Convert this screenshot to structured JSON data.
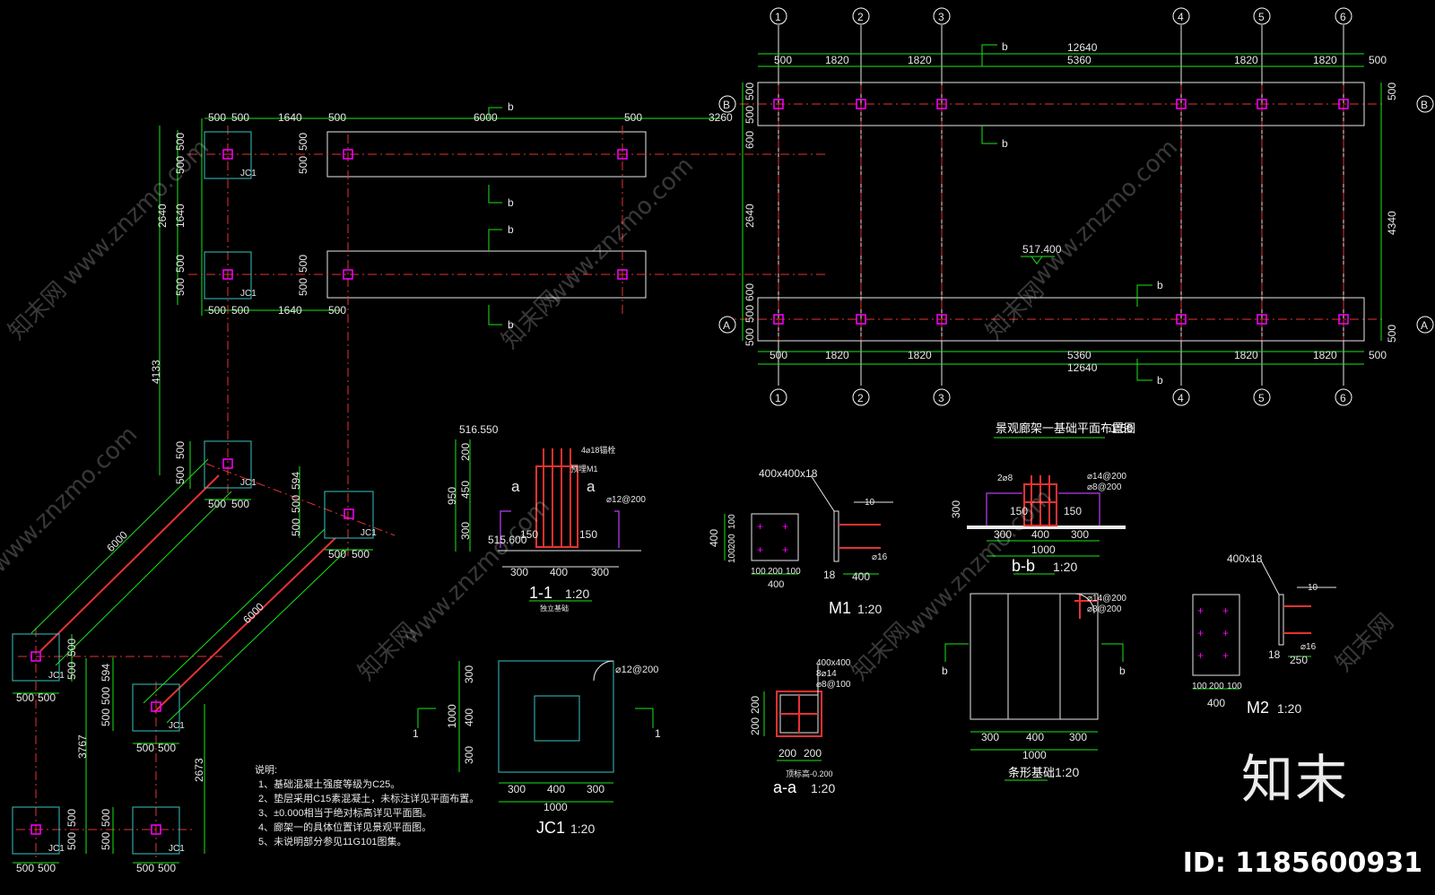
{
  "drawing": {
    "plan_title": "景观廊架一基础平面布置图",
    "plan_scale": "1:50",
    "elevation": "517.400",
    "axes_numbered": [
      "1",
      "2",
      "3",
      "4",
      "5",
      "6"
    ],
    "axes_lettered": [
      "A",
      "B"
    ],
    "plan_dims_top": [
      "500",
      "1820",
      "1820",
      "5360",
      "1820",
      "1820",
      "500"
    ],
    "plan_dims_total": "12640",
    "plan_dims_side": [
      "500",
      "500",
      "600",
      "2640",
      "600",
      "500",
      "500"
    ],
    "plan_dims_right_total": "4340",
    "section_mark": "b",
    "left_plan": {
      "dims_top": [
        "500",
        "500",
        "1640",
        "500",
        "6000",
        "500",
        "3260"
      ],
      "dims_mid": [
        "500",
        "500",
        "1640",
        "500"
      ],
      "dims_left": [
        "500",
        "500",
        "1640",
        "2640",
        "500",
        "500",
        "4133",
        "500",
        "500"
      ],
      "dims_diag": [
        "6000",
        "6000"
      ],
      "dims_lower": [
        "500",
        "500",
        "594",
        "3767",
        "2673"
      ],
      "footing_label": "JC1"
    },
    "section_11": {
      "title": "1-1",
      "scale": "1:20",
      "subtitle": "独立基础",
      "elev_top": "516.550",
      "elev_base": "515.600",
      "heights": [
        "200",
        "450",
        "300",
        "950"
      ],
      "widths": [
        "300",
        "400",
        "300"
      ],
      "dim_150": "150",
      "cut": "a",
      "notes": [
        "4⌀18锚栓",
        "预埋M1",
        "⌀12@200"
      ]
    },
    "jc1": {
      "title": "JC1",
      "scale": "1:20",
      "widths": [
        "300",
        "400",
        "300",
        "1000"
      ],
      "heights": [
        "300",
        "400",
        "300",
        "1000"
      ],
      "rebar": "⌀12@200",
      "cut": "1"
    },
    "m1": {
      "title": "M1",
      "scale": "1:20",
      "plate": "400x400x18",
      "dims": [
        "100",
        "200",
        "100",
        "400",
        "18",
        "400"
      ],
      "weld": "10",
      "bar": "⌀16"
    },
    "aa": {
      "title": "a-a",
      "scale": "1:20",
      "notes": [
        "400x400",
        "8⌀14",
        "⌀8@100"
      ],
      "dims": [
        "200",
        "200",
        "200",
        "200"
      ],
      "note_bottom": "顶标高-0.200"
    },
    "bb": {
      "title": "b-b",
      "scale": "1:20",
      "dims": [
        "300",
        "400",
        "300",
        "1000",
        "150",
        "150",
        "300"
      ],
      "notes": [
        "2⌀8",
        "⌀14@200",
        "⌀8@200"
      ]
    },
    "strip": {
      "title": "条形基础",
      "scale": "1:20",
      "dims": [
        "300",
        "400",
        "300",
        "1000"
      ],
      "notes": [
        "⌀14@200",
        "⌀8@200"
      ],
      "cut": "b"
    },
    "m2": {
      "title": "M2",
      "scale": "1:20",
      "plate": "400x18",
      "dims": [
        "100",
        "200",
        "100",
        "400",
        "18",
        "250"
      ],
      "weld": "10",
      "bar": "⌀16"
    },
    "notes": {
      "heading": "说明:",
      "lines": [
        "1、基础混凝土强度等级为C25。",
        "2、垫层采用C15素混凝土，未标注详见平面布置。",
        "3、±0.000相当于绝对标高详见平面图。",
        "4、廊架一的具体位置详见景观平面图。",
        "5、未说明部分参见11G101图集。"
      ]
    }
  },
  "watermark": {
    "url": "www.znzmo.com",
    "brand": "知末网",
    "logo": "知末",
    "id": "ID: 1185600931"
  }
}
